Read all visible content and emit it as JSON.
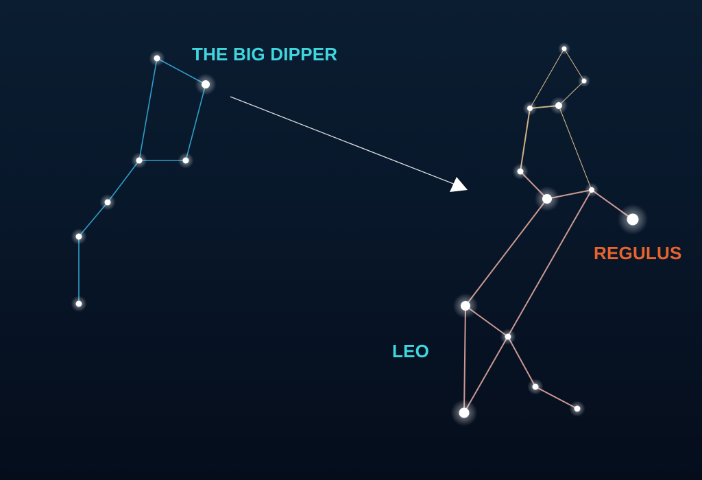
{
  "colors": {
    "background_top": "#0b1d31",
    "background_bottom": "#050d1b",
    "dipper_line": "#2e9ec7",
    "leo_head_line": "#d9b98a",
    "leo_body_line": "#d8a098",
    "arrow": "#ffffff",
    "star": "#ffffff",
    "label_cyan": "#3fd6e0",
    "label_orange": "#e8642c"
  },
  "labels": {
    "big_dipper": "THE BIG DIPPER",
    "regulus": "REGULUS",
    "leo": "LEO"
  },
  "constellations": {
    "big_dipper": {
      "name": "THE BIG DIPPER",
      "stars": [
        "dubhe",
        "merak",
        "phecda",
        "megrez",
        "alioth",
        "mizar",
        "alkaid"
      ],
      "lines": [
        [
          "dubhe",
          "merak"
        ],
        [
          "merak",
          "phecda"
        ],
        [
          "phecda",
          "megrez"
        ],
        [
          "megrez",
          "dubhe"
        ],
        [
          "megrez",
          "alioth"
        ],
        [
          "alioth",
          "mizar"
        ],
        [
          "mizar",
          "alkaid"
        ]
      ]
    },
    "leo": {
      "name": "LEO",
      "stars": [
        "head-top",
        "head-right",
        "head-mid",
        "head-left",
        "mane",
        "algieba",
        "eta",
        "regulus",
        "zosma",
        "chertan",
        "leg-1",
        "leg-2",
        "denebola"
      ],
      "lines": [
        [
          "head-top",
          "head-right"
        ],
        [
          "head-right",
          "head-mid"
        ],
        [
          "head-top",
          "head-left"
        ],
        [
          "head-left",
          "head-mid"
        ],
        [
          "head-left",
          "mane"
        ],
        [
          "mane",
          "algieba"
        ],
        [
          "head-mid",
          "eta"
        ],
        [
          "algieba",
          "eta"
        ],
        [
          "eta",
          "regulus"
        ],
        [
          "algieba",
          "zosma"
        ],
        [
          "eta",
          "denebola"
        ],
        [
          "zosma",
          "chertan"
        ],
        [
          "zosma",
          "denebola"
        ],
        [
          "chertan",
          "leg-1"
        ],
        [
          "leg-1",
          "leg-2"
        ]
      ]
    }
  },
  "pointer": {
    "from": "merak",
    "to": "regulus",
    "style": "arrow"
  }
}
